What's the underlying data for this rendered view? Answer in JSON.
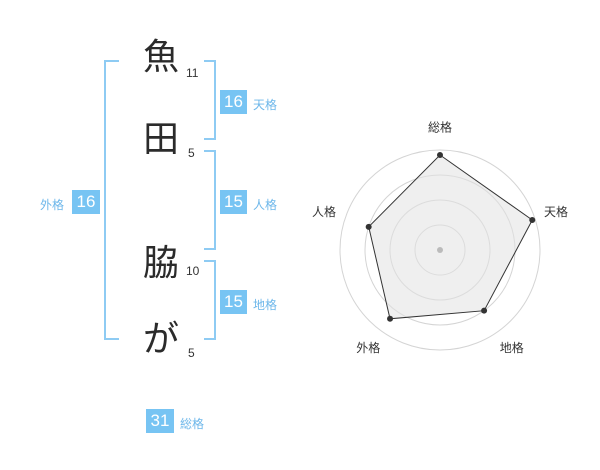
{
  "characters": [
    {
      "char": "魚",
      "strokes": "11"
    },
    {
      "char": "田",
      "strokes": "5"
    },
    {
      "char": "脇",
      "strokes": "10"
    },
    {
      "char": "が",
      "strokes": "5"
    }
  ],
  "kaku": {
    "tenkaku": {
      "value": "16",
      "label": "天格"
    },
    "jinkaku": {
      "value": "15",
      "label": "人格"
    },
    "chikaku": {
      "value": "15",
      "label": "地格"
    },
    "gaikaku": {
      "value": "16",
      "label": "外格"
    },
    "soukaku": {
      "value": "31",
      "label": "総格"
    }
  },
  "colors": {
    "accent": "#77c4f3",
    "bracket": "#8ecbf3",
    "label": "#6db7ea"
  },
  "chart_data": {
    "type": "radar",
    "axes": [
      "総格",
      "天格",
      "地格",
      "外格",
      "人格"
    ],
    "values": [
      0.95,
      0.97,
      0.75,
      0.85,
      0.75
    ],
    "rmax": 1,
    "grid_rings": 4
  }
}
